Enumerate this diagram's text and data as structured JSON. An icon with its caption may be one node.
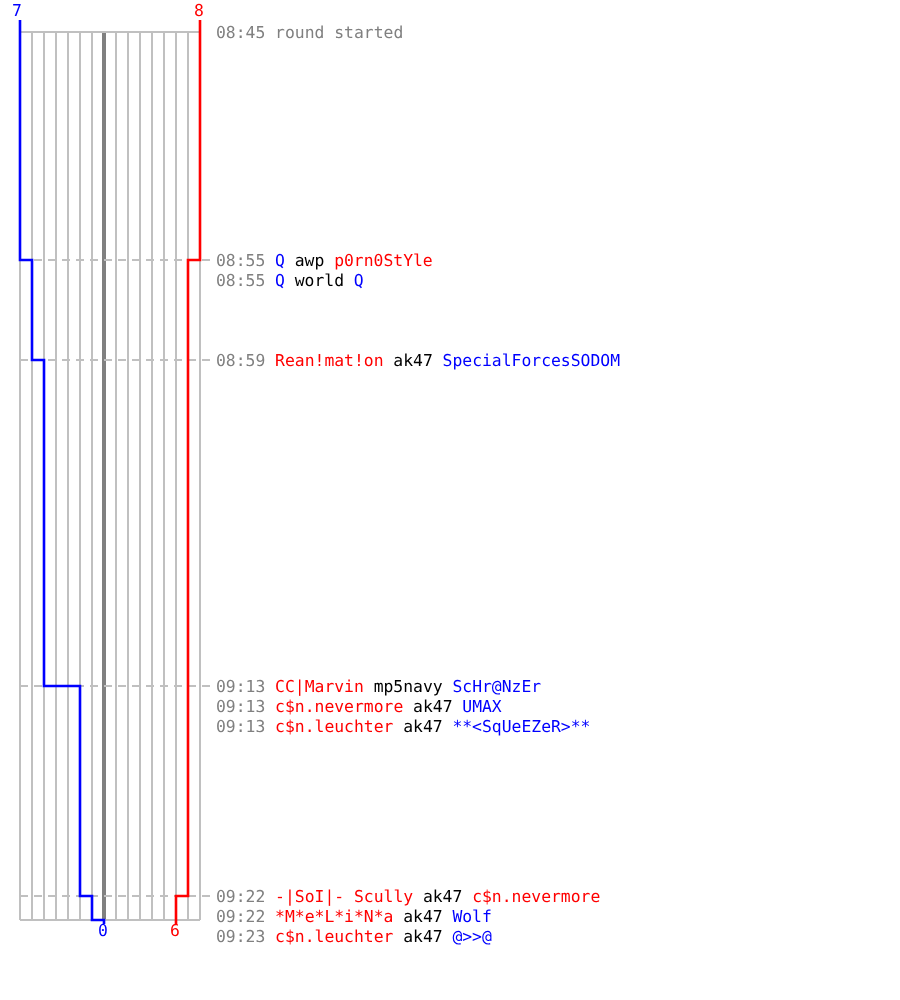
{
  "diagram": {
    "labels": [
      "7",
      "8",
      "08:45",
      "round started",
      "08:55",
      "Q",
      "awp",
      "p0rn0StYle",
      "08:55",
      "Q",
      "world",
      "Q",
      "08:59",
      "Rean!mat!on",
      "ak47",
      "SpecialForcesSODOM",
      "09:13",
      "CC|Marvin",
      "mp5navy",
      "ScHr@NzEr",
      "09:13",
      "c$n.nevermore",
      "ak47",
      "UMAX",
      "09:13",
      "c$n.leuchter",
      "ak47",
      "**<SqUeEZeR>**",
      "09:22",
      "-|SoI|- Scully",
      "ak47",
      "c$n.nevermore",
      "09:22",
      "*M*e*L*i*N*a",
      "ak47",
      "Wolf",
      "0",
      "6",
      "09:23",
      "c$n.leuchter",
      "ak47",
      "@>>@"
    ]
  }
}
